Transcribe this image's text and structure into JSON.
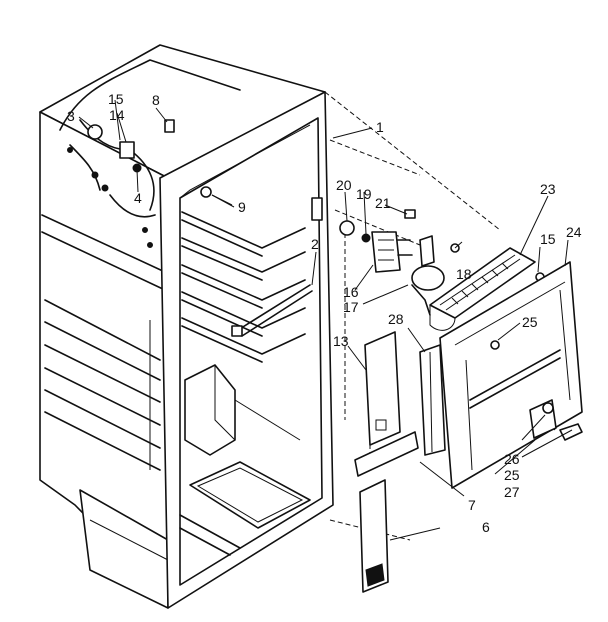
{
  "callouts": [
    {
      "id": "c1",
      "text": "1"
    },
    {
      "id": "c2",
      "text": "2"
    },
    {
      "id": "c3",
      "text": "3"
    },
    {
      "id": "c4",
      "text": "4"
    },
    {
      "id": "c6",
      "text": "6"
    },
    {
      "id": "c7",
      "text": "7"
    },
    {
      "id": "c8",
      "text": "8"
    },
    {
      "id": "c9",
      "text": "9"
    },
    {
      "id": "c13",
      "text": "13"
    },
    {
      "id": "c14",
      "text": "14"
    },
    {
      "id": "c15a",
      "text": "15"
    },
    {
      "id": "c15b",
      "text": "15"
    },
    {
      "id": "c16",
      "text": "16"
    },
    {
      "id": "c17",
      "text": "17"
    },
    {
      "id": "c18",
      "text": "18"
    },
    {
      "id": "c19",
      "text": "19"
    },
    {
      "id": "c20",
      "text": "20"
    },
    {
      "id": "c21",
      "text": "21"
    },
    {
      "id": "c23",
      "text": "23"
    },
    {
      "id": "c24",
      "text": "24"
    },
    {
      "id": "c25a",
      "text": "25"
    },
    {
      "id": "c25b",
      "text": "25"
    },
    {
      "id": "c26",
      "text": "26"
    },
    {
      "id": "c27",
      "text": "27"
    },
    {
      "id": "c28",
      "text": "28"
    }
  ]
}
